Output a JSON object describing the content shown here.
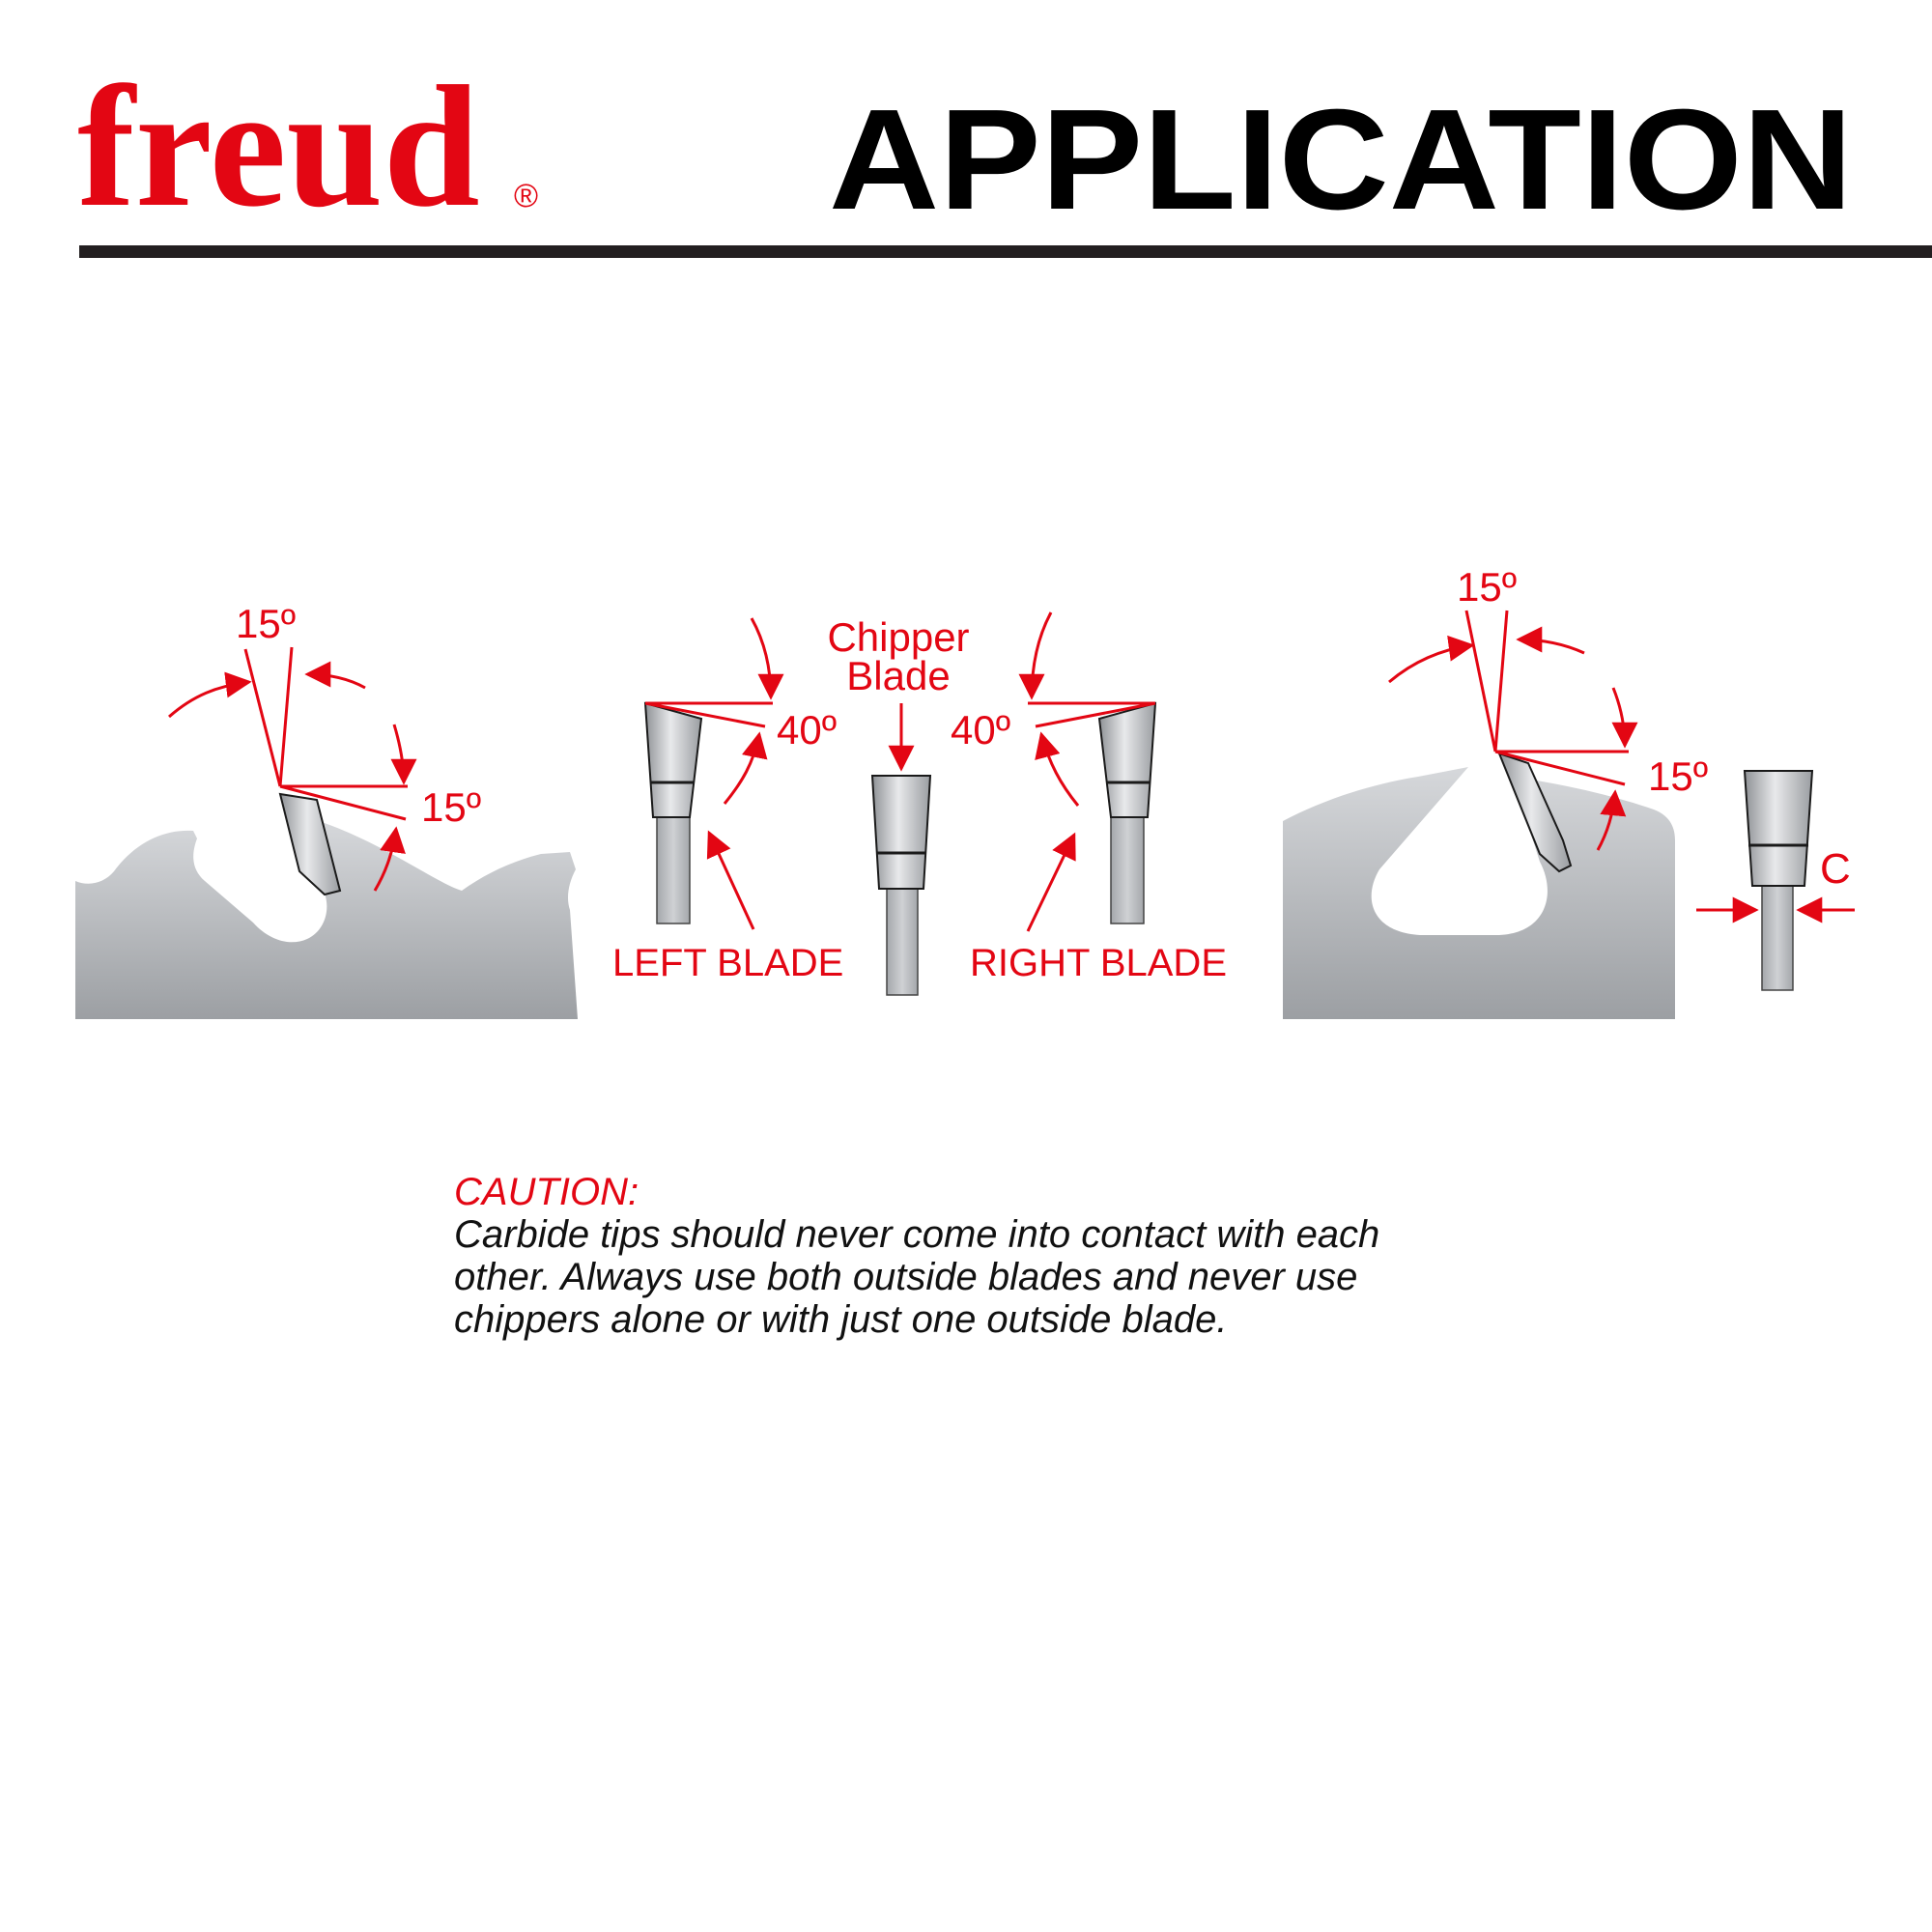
{
  "header": {
    "brand": "freud",
    "registered": "®",
    "title": "APPLICATION"
  },
  "diagram": {
    "left_top_angle": "15º",
    "left_side_angle": "15º",
    "chipper_label_line1": "Chipper",
    "chipper_label_line2": "Blade",
    "left_blade_angle": "40º",
    "right_blade_angle": "40º",
    "left_blade_label": "LEFT BLADE",
    "right_blade_label": "RIGHT BLADE",
    "right_top_angle": "15º",
    "right_side_angle": "15º",
    "clearance_label": "C"
  },
  "caution": {
    "title": "CAUTION:",
    "line1": "Carbide tips should never come into contact with each",
    "line2": "other. Always use both outside blades and never use",
    "line3": "chippers alone or with just one outside blade."
  },
  "colors": {
    "brand_red": "#e30613",
    "text_black": "#111111",
    "steel_light": "#d2d4d7",
    "steel_dark": "#9da0a4"
  }
}
